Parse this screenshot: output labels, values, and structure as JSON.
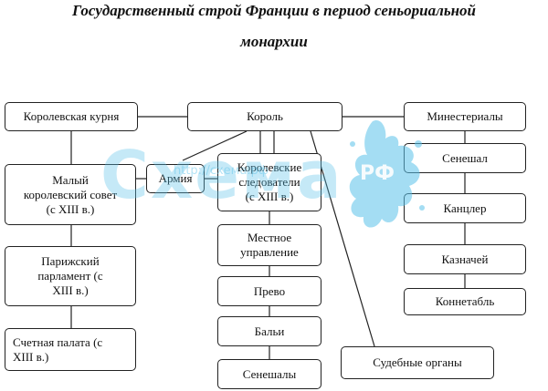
{
  "title": {
    "line1": "Государственный строй Франции в период сеньориальной",
    "line2": "монархии"
  },
  "nodes": {
    "royal_curia": "Королевская курня",
    "king": "Король",
    "ministerials": "Минестериалы",
    "small_council": "Малый\nкоролевский совет\n(с XIII в.)",
    "army": "Армия",
    "royal_investigators": "Королевские\nследователи\n(с XIII в.)",
    "seneschal": "Сенешал",
    "local_government": "Местное\nуправление",
    "chancellor": "Канцлер",
    "paris_parliament": "Парижский\nпарламент (с\nXIII в.)",
    "provost": "Прево",
    "treasurer": "Казначей",
    "constable": "Коннетабль",
    "bailiffs": "Бальи",
    "accounts_chamber": "Счетная палата (с\nXIII в.)",
    "seneschals": "Сенешалы",
    "judicial_bodies": "Судебные органы"
  },
  "watermark": {
    "brand": "Схема",
    "suffix": "РФ",
    "url": "http://схема.рф",
    "color": "#5bc3ea"
  }
}
